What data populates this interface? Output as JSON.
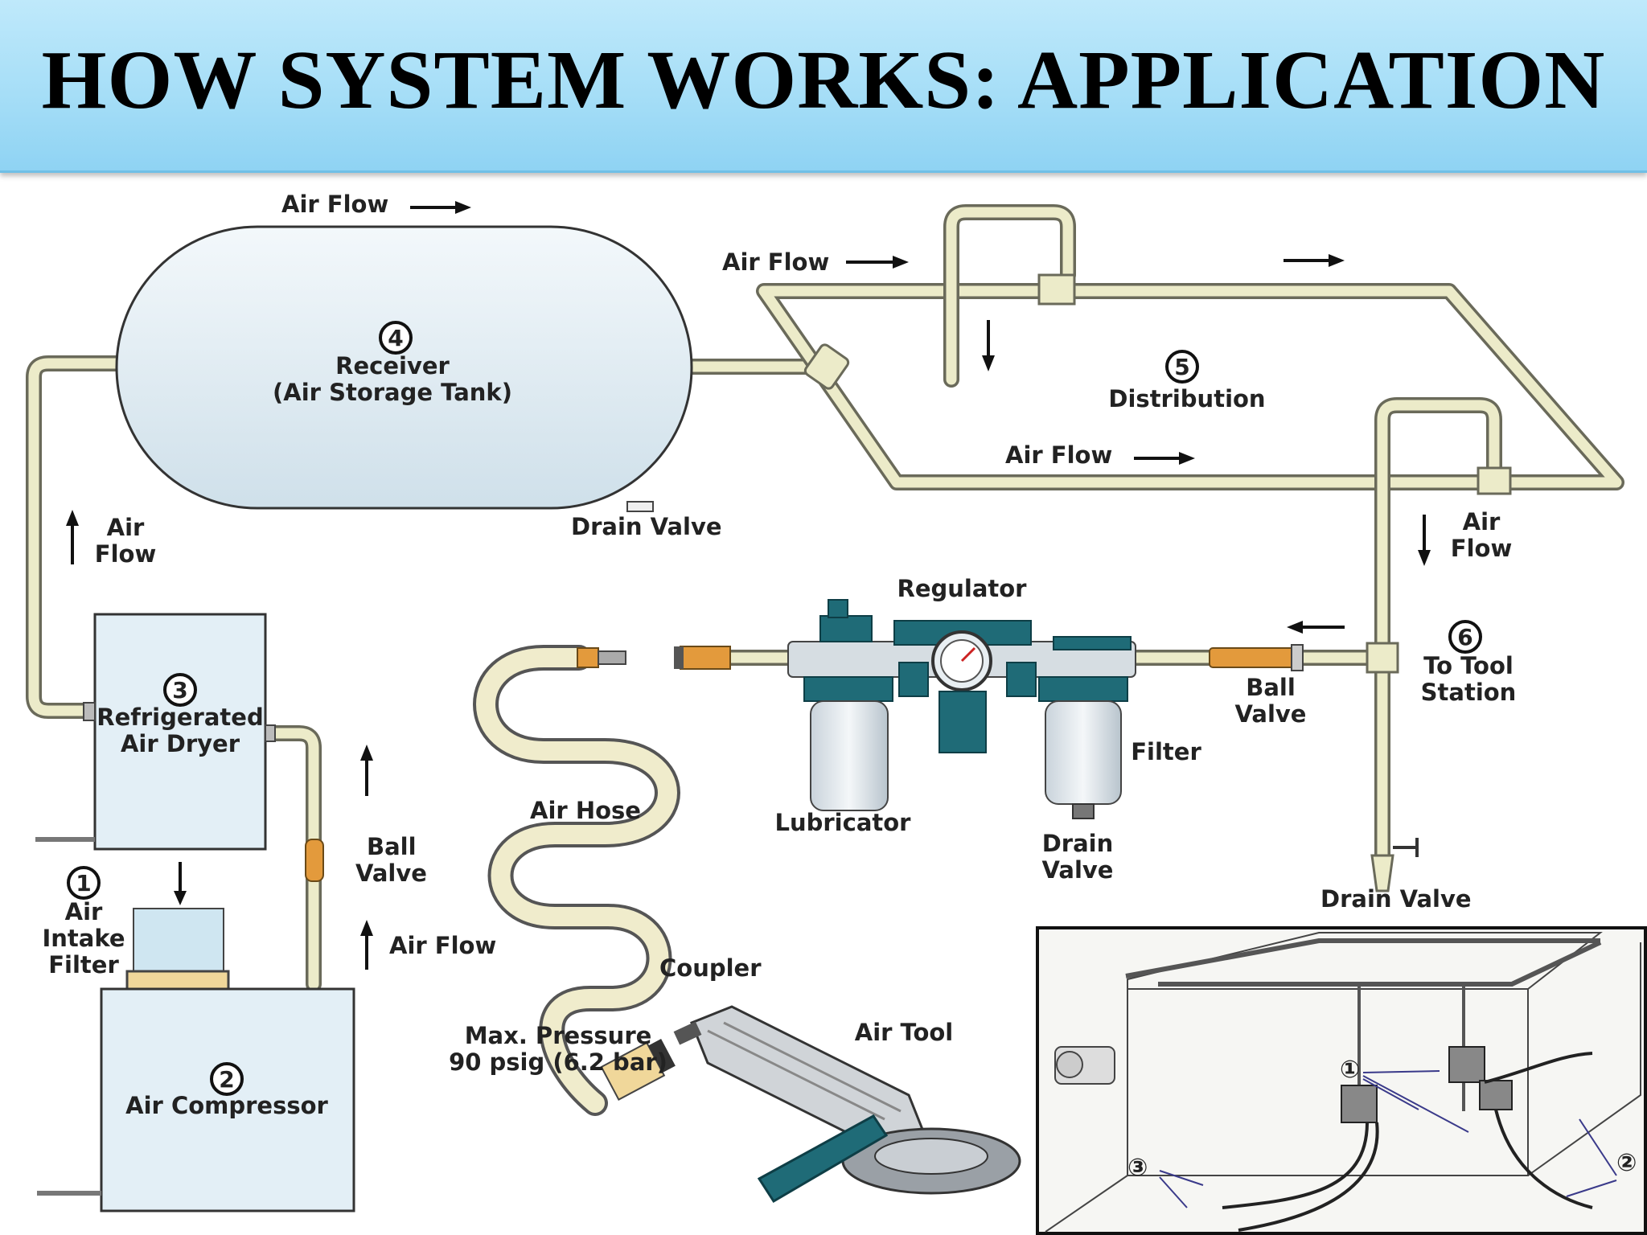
{
  "title": "HOW SYSTEM WORKS: APPLICATION",
  "labels": {
    "air_flow": "Air Flow",
    "air": "Air",
    "flow": "Flow",
    "receiver_num": "4",
    "receiver": "Receiver",
    "receiver_sub": "(Air Storage Tank)",
    "drain_valve": "Drain Valve",
    "distribution_num": "5",
    "distribution": "Distribution",
    "dryer_num": "3",
    "dryer_l1": "Refrigerated",
    "dryer_l2": "Air Dryer",
    "compressor_num": "2",
    "compressor": "Air Compressor",
    "intake_num": "1",
    "intake_l1": "Air",
    "intake_l2": "Intake",
    "intake_l3": "Filter",
    "ball": "Ball",
    "valve": "Valve",
    "regulator": "Regulator",
    "lubricator": "Lubricator",
    "filter": "Filter",
    "drain": "Drain",
    "tool_num": "6",
    "to_tool": "To Tool",
    "station": "Station",
    "air_hose": "Air Hose",
    "coupler": "Coupler",
    "max_pressure": "Max. Pressure",
    "max_pressure_val": "90 psig (6.2 bar)",
    "air_tool": "Air Tool"
  },
  "inset": {
    "markers": [
      "①",
      "②",
      "③"
    ]
  },
  "colors": {
    "banner": "#a6def7",
    "pipe": "#ecebc9",
    "equipment": "#e3eff6",
    "frl_teal": "#1f6b77",
    "valve_orange": "#e39a3c"
  }
}
